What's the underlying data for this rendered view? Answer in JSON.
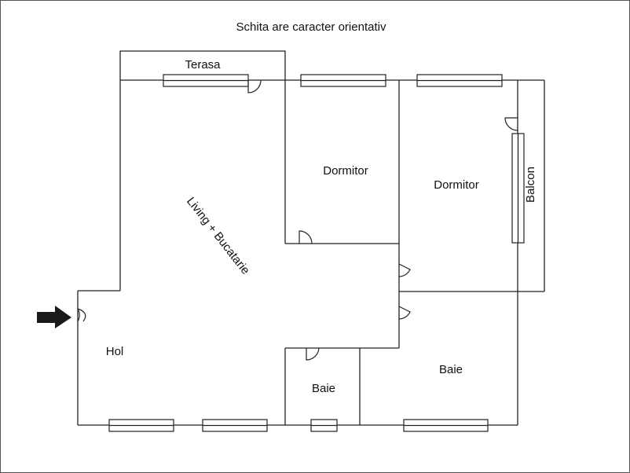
{
  "title": "Schita are caracter orientativ",
  "rooms": {
    "terasa": "Terasa",
    "dormitor_1": "Dormitor",
    "dormitor_2": "Dormitor",
    "living": "Living + Bucatarie",
    "balcon": "Balcon",
    "hol": "Hol",
    "baie_small": "Baie",
    "baie_large": "Baie"
  },
  "icons": {
    "entrance": "entrance-arrow-icon"
  },
  "colors": {
    "lines": "#222222",
    "background": "#ffffff",
    "arrow": "#1a1a1a"
  }
}
